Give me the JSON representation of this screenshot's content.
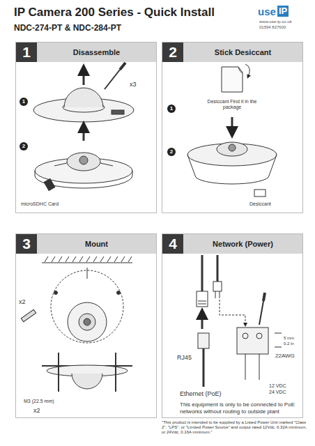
{
  "diagram": {
    "title": "IP Camera 200 Series - Quick Install",
    "nodes": [
      {
        "text": [
          "1",
          "Disassemble"
        ]
      },
      {
        "text": [
          "2",
          "Stick Desiccant"
        ]
      },
      {
        "text": [
          "3",
          "Mount"
        ]
      },
      {
        "text": [
          "4",
          "Network (Power)"
        ]
      }
    ],
    "labels": [
      "NDC-274-PT & NDC-284-PT",
      "use",
      "IP",
      "www.use-ip.co.uk",
      "01594 827600",
      "x3",
      "1",
      "2",
      "microSDHC Card",
      "Desiccant Find it in the package",
      "1",
      "2",
      "Desiccant",
      "x2",
      "M3 (22.5 mm)",
      "x2",
      "RJ45",
      "5 mm",
      "0.2 in",
      "22AWG",
      "Ethernet (PoE)",
      "12 VDC",
      "24 VDC",
      "This equipment is only to be connected to PoE networks without routing to outside plant",
      "\"This product is intended to be supplied by a Listed Power Unit marked \"Class 2\", \"LPS\", or \"Limited Power Source\" and output rated 12Vdc, 0.32A minimum, or 24Vdc, 0.16A minimum.\""
    ]
  }
}
